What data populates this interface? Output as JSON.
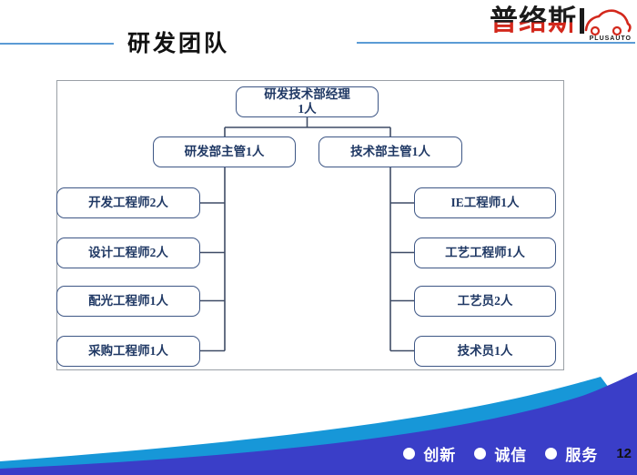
{
  "header": {
    "title": "研发团队",
    "logo": {
      "text": "普络斯",
      "subtext": "PLUSAUTO"
    }
  },
  "org_chart": {
    "root_label": "研发技术部经理",
    "root_count": "1人",
    "left_supervisor": "研发部主管1人",
    "right_supervisor": "技术部主管1人",
    "left_children": [
      "开发工程师2人",
      "设计工程师2人",
      "配光工程师1人",
      "采购工程师1人"
    ],
    "right_children": [
      "IE工程师1人",
      "工艺工程师1人",
      "工艺员2人",
      "技术员1人"
    ]
  },
  "footer": {
    "values": [
      "创新",
      "诚信",
      "服务"
    ],
    "page_number": "12"
  },
  "colors": {
    "accent_line": "#5B9BD5",
    "box_border": "#3D5685",
    "box_text": "#1F3864",
    "connector": "#3F4C66",
    "frame_border": "#9aa0a6",
    "wave_light_blue": "#1797D8",
    "wave_dark_blue": "#3A3EC8",
    "logo_red": "#D3281C",
    "logo_black": "#1B1B1B"
  }
}
